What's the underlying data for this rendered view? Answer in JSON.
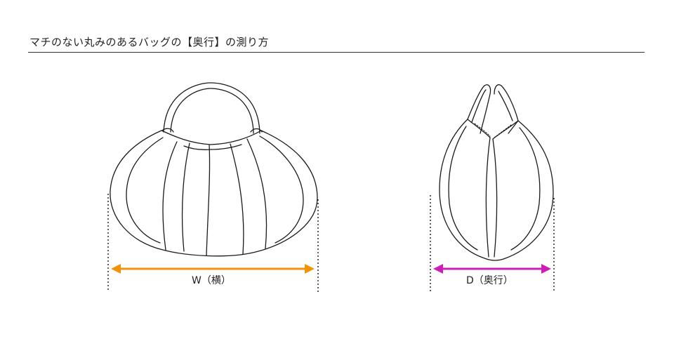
{
  "title": "マチのない丸みのあるバッグの【奥行】の測り方",
  "width_label": "W（横）",
  "depth_label": "D（奥行）",
  "colors": {
    "width_arrow": "#f0930a",
    "depth_arrow": "#cc1fb5",
    "line": "#1a1a1a"
  }
}
